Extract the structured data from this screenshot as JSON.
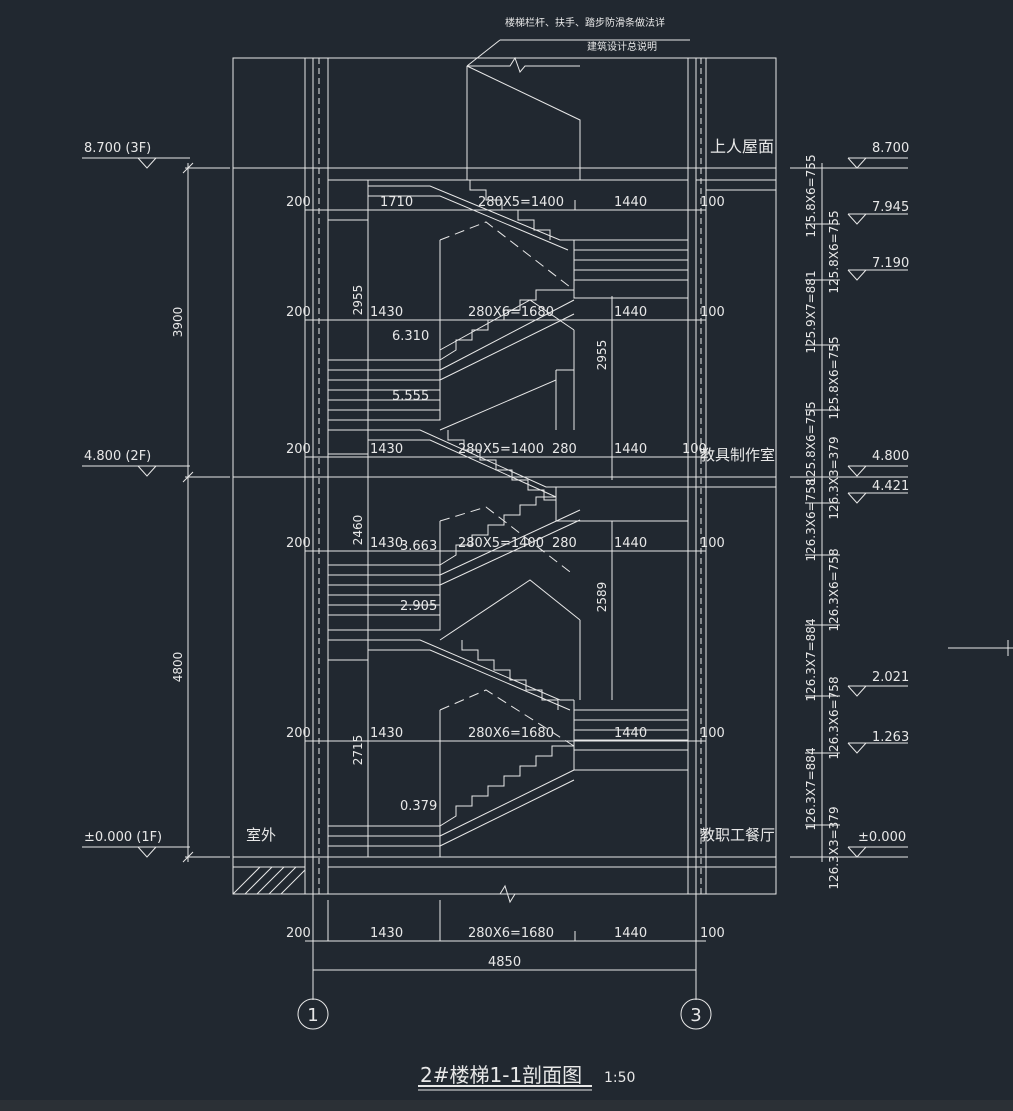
{
  "drawing": {
    "title": "2#楼梯1-1剖面图",
    "scale": "1:50",
    "note_line1": "楼梯栏杆、扶手、踏步防滑条做法详",
    "note_line2": "建筑设计总说明"
  },
  "rooms": {
    "roof": "上人屋面",
    "second_floor": "教具制作室",
    "first_floor": "教职工餐厅",
    "outside": "室外"
  },
  "floor_levels_left": {
    "third": "8.700 (3F)",
    "second": "4.800 (2F)",
    "first": "±0.000 (1F)"
  },
  "levels_right": {
    "l1": "8.700",
    "l2": "7.945",
    "l3": "7.190",
    "l4": "4.800",
    "l5": "4.421",
    "l6": "2.021",
    "l7": "1.263",
    "l8": "±0.000"
  },
  "inner_levels": {
    "a": "6.310",
    "b": "5.555",
    "c": "3.663",
    "d": "2.905",
    "e": "0.379"
  },
  "left_height_dims": {
    "upper": "3900",
    "lower": "4800"
  },
  "inner_vertical_dims": {
    "a": "2955",
    "b": "2955",
    "c": "2460",
    "d": "2589",
    "e": "2715"
  },
  "right_step_dims": {
    "s1": "125.8X6=755",
    "s2": "125.8X6=755",
    "s3": "125.9X7=881",
    "s4": "125.8X6=755",
    "s5": "125.8X6=755",
    "s6": "126.3X3=379",
    "s7": "126.3X6=758",
    "s8": "126.3X6=758",
    "s9": "126.3X7=884",
    "s10": "126.3X6=758",
    "s11": "126.3X7=884",
    "s12": "126.3X3=379"
  },
  "horizontal_dim_rows": {
    "row1": {
      "a": "200",
      "b": "1710",
      "c": "280X5=1400",
      "d": "1440",
      "e": "100"
    },
    "row2": {
      "a": "200",
      "b": "1430",
      "c": "280X6=1680",
      "d": "1440",
      "e": "100"
    },
    "row3": {
      "a": "200",
      "b": "1430",
      "c": "280X5=1400",
      "f": "280",
      "d": "1440",
      "e": "100"
    },
    "row4": {
      "a": "200",
      "b": "1430",
      "c": "280X5=1400",
      "f": "280",
      "d": "1440",
      "e": "100"
    },
    "row5": {
      "a": "200",
      "b": "1430",
      "c": "280X6=1680",
      "d": "1440",
      "e": "100"
    },
    "row6": {
      "a": "200",
      "b": "1430",
      "c": "280X6=1680",
      "d": "1440",
      "e": "100"
    }
  },
  "total_width": "4850",
  "axes": {
    "left": "1",
    "right": "3"
  },
  "colors": {
    "background": "#212830",
    "line": "#e8e8e8"
  }
}
